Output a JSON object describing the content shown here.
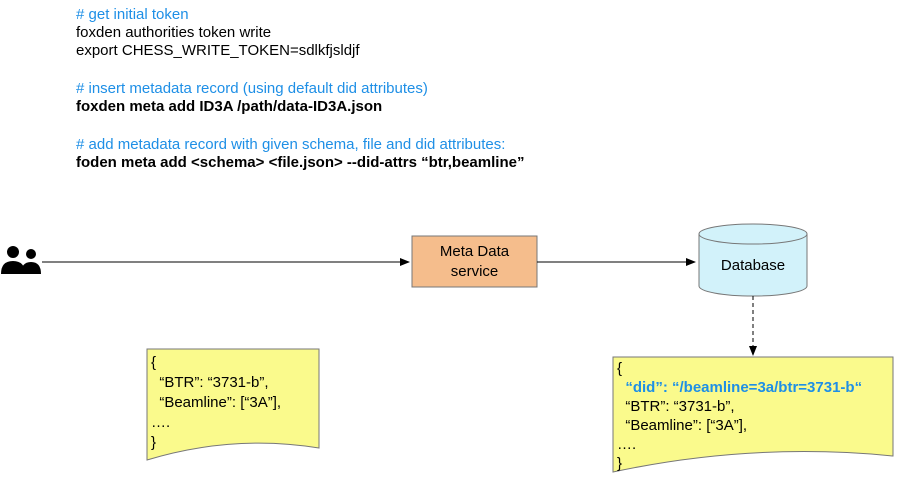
{
  "commands": {
    "block1": {
      "comment": "# get initial token",
      "line1": "foxden authorities token write",
      "line2": "export CHESS_WRITE_TOKEN=sdlkfjsldjf"
    },
    "block2": {
      "comment": "# insert metadata record (using default did attributes)",
      "line1": "foxden meta add ID3A /path/data-ID3A.json"
    },
    "block3": {
      "comment": "# add metadata record with given schema, file and did attributes:",
      "line1": "foden meta add <schema> <file.json> --did-attrs “btr,beamline”"
    }
  },
  "diagram": {
    "users_icon": "users-icon",
    "service_box": {
      "line1": "Meta Data",
      "line2": "service",
      "fill": "#f5bd8c"
    },
    "database": {
      "label": "Database",
      "fill": "#d2f2fa"
    },
    "note_left": {
      "lines": [
        "{",
        "  “BTR”: “3731-b”,",
        "  “Beamline”: [“3A”],",
        "….",
        "}"
      ],
      "fill": "#fafa8c"
    },
    "note_right": {
      "lines": [
        "{",
        "  “did”: “/beamline=3a/btr=3731-b“",
        "  “BTR”: “3731-b”,",
        "  “Beamline”: [“3A”],",
        "….",
        "}"
      ],
      "highlight_line": 1,
      "fill": "#fafa8c"
    }
  }
}
